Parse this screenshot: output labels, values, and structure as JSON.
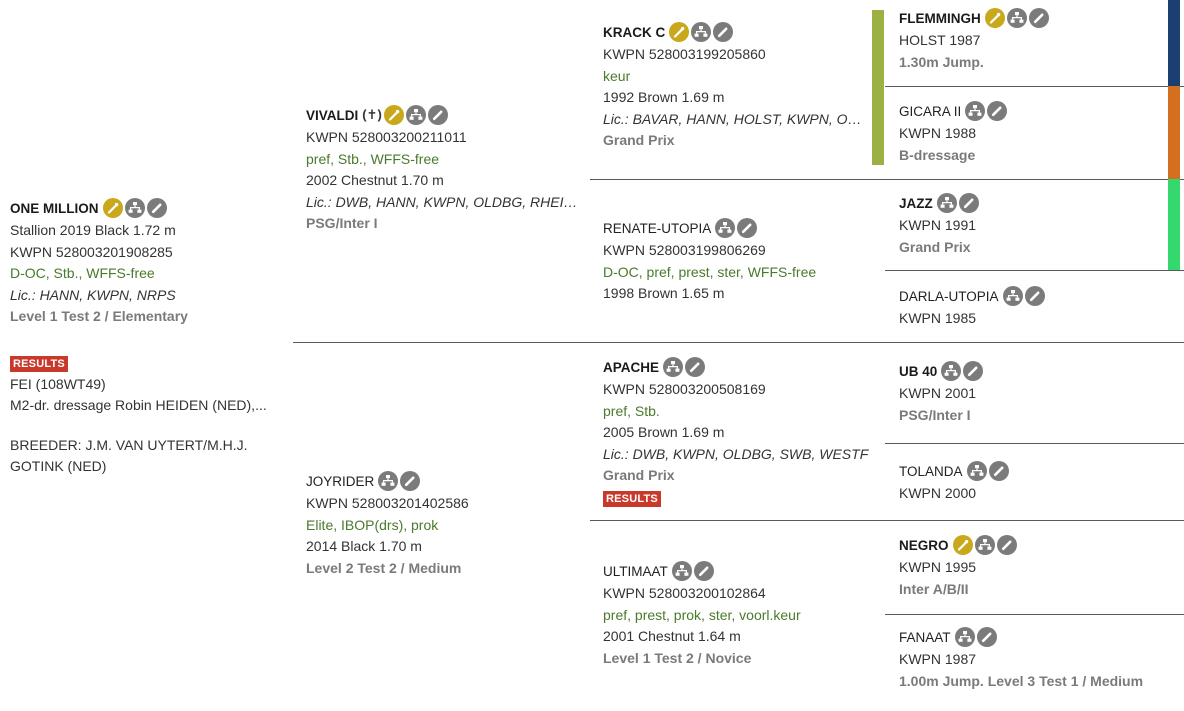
{
  "colors": {
    "badge_gold": "#c9a81c",
    "badge_gray": "#7b7b7b",
    "green_text": "#4a7a2c",
    "results_red": "#c8392b",
    "bar_olive": "#9cb143",
    "bar_navy": "#1b3f73",
    "bar_orange": "#d36f1f",
    "bar_green": "#35d86c"
  },
  "horses": {
    "one_million": {
      "name": "ONE MILLION",
      "icons": [
        "sport-icon",
        "pedigree-icon",
        "edit-icon"
      ],
      "line1": "Stallion 2019 Black 1.72 m",
      "reg": "KWPN 528003201908285",
      "quals": "D-OC, Stb., WFFS-free",
      "lic": "Lic.: HANN, KWPN, NRPS",
      "level": "Level 1 Test 2 / Elementary",
      "results_label": "RESULTS",
      "fei": "FEI (108WT49)",
      "result_line": "M2-dr. dressage Robin HEIDEN (NED),...",
      "breeder_1": "BREEDER: J.M. VAN UYTERT/M.H.J.",
      "breeder_2": "GOTINK (NED)"
    },
    "vivaldi": {
      "name": "VIVALDI",
      "cross": "(✝)",
      "icons": [
        "sport-icon",
        "pedigree-icon",
        "edit-icon"
      ],
      "reg": "KWPN 528003200211011",
      "quals": "pref, Stb., WFFS-free",
      "line": "2002 Chestnut 1.70 m",
      "lic": "Lic.: DWB, HANN, KWPN, OLDBG, RHEIN,...",
      "level": "PSG/Inter I"
    },
    "joyrider": {
      "name": "JOYRIDER",
      "icons": [
        "pedigree-icon",
        "edit-icon"
      ],
      "reg": "KWPN 528003201402586",
      "quals": "Elite, IBOP(drs), prok",
      "line": "2014 Black 1.70 m",
      "level": "Level 2 Test 2 / Medium"
    },
    "krack_c": {
      "name": "KRACK C",
      "icons": [
        "sport-icon",
        "pedigree-icon",
        "edit-icon"
      ],
      "reg": "KWPN 528003199205860",
      "quals": "keur",
      "line": "1992 Brown 1.69 m",
      "lic": "Lic.: BAVAR, HANN, HOLST, KWPN, OLDB...",
      "level": "Grand Prix"
    },
    "renate_utopia": {
      "name": "RENATE-UTOPIA",
      "icons": [
        "pedigree-icon",
        "edit-icon"
      ],
      "reg": "KWPN 528003199806269",
      "quals": "D-OC, pref, prest, ster, WFFS-free",
      "line": "1998 Brown 1.65 m"
    },
    "apache": {
      "name": "APACHE",
      "icons": [
        "pedigree-icon",
        "edit-icon"
      ],
      "reg": "KWPN 528003200508169",
      "quals": "pref, Stb.",
      "line": "2005 Brown 1.69 m",
      "lic": "Lic.: DWB, KWPN, OLDBG, SWB, WESTF",
      "level": "Grand Prix",
      "results_label": "RESULTS"
    },
    "ultimaat": {
      "name": "ULTIMAAT",
      "icons": [
        "pedigree-icon",
        "edit-icon"
      ],
      "reg": "KWPN 528003200102864",
      "quals": "pref, prest, prok, ster, voorl.keur",
      "line": "2001 Chestnut 1.64 m",
      "level": "Level 1 Test 2 / Novice"
    },
    "flemmingh": {
      "name": "FLEMMINGH",
      "icons": [
        "sport-icon",
        "pedigree-icon",
        "edit-icon"
      ],
      "reg": "HOLST 1987",
      "level": "1.30m Jump."
    },
    "gicara_ii": {
      "name": "GICARA II",
      "icons": [
        "pedigree-icon",
        "edit-icon"
      ],
      "reg": "KWPN 1988",
      "level": "B-dressage"
    },
    "jazz": {
      "name": "JAZZ",
      "icons": [
        "pedigree-icon",
        "edit-icon"
      ],
      "reg": "KWPN 1991",
      "level": "Grand Prix"
    },
    "darla_utopia": {
      "name": "DARLA-UTOPIA",
      "icons": [
        "pedigree-icon",
        "edit-icon"
      ],
      "reg": "KWPN 1985"
    },
    "ub40": {
      "name": "UB 40",
      "icons": [
        "pedigree-icon",
        "edit-icon"
      ],
      "reg": "KWPN 2001",
      "level": "PSG/Inter I"
    },
    "tolanda": {
      "name": "TOLANDA",
      "icons": [
        "pedigree-icon",
        "edit-icon"
      ],
      "reg": "KWPN 2000"
    },
    "negro": {
      "name": "NEGRO",
      "icons": [
        "sport-icon",
        "pedigree-icon",
        "edit-icon"
      ],
      "reg": "KWPN 1995",
      "level": "Inter A/B/II"
    },
    "fanaat": {
      "name": "FANAAT",
      "icons": [
        "pedigree-icon",
        "edit-icon"
      ],
      "reg": "KWPN 1987",
      "level": "1.00m Jump. Level 3 Test 1 / Medium"
    }
  }
}
